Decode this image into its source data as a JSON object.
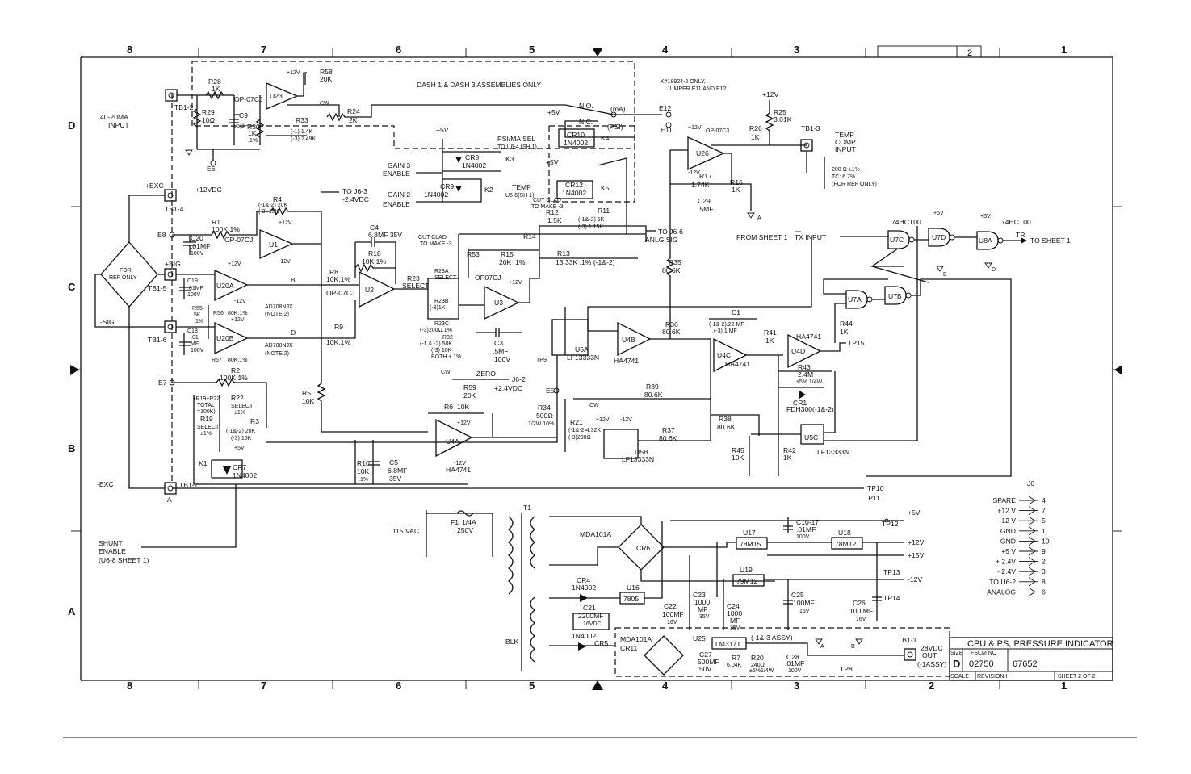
{
  "zones": {
    "columns": [
      "8",
      "7",
      "6",
      "5",
      "4",
      "3",
      "2",
      "1"
    ],
    "rows": [
      "D",
      "C",
      "B",
      "A"
    ]
  },
  "top_block": {
    "sheet": "2"
  },
  "title_block": {
    "title": "CPU & PS, PRESSURE INDICATOR",
    "size_label": "SIZE",
    "size": "D",
    "fscm_label": "FSCM NO",
    "fscm": "02750",
    "dwg_no": "67652",
    "scale_label": "SCALE",
    "revision": "REVISION H",
    "sheet": "SHEET 2 OF 2"
  },
  "notes": {
    "dash_assemblies": "DASH 1 & DASH 3 ASSEMBLIES ONLY",
    "jumper_note_1": "K#18924-2 ONLY,",
    "jumper_note_2": "JUMPER E11 AND E12",
    "ad708_a_1": "AD708NJX",
    "ad708_a_2": "(NOTE 2)",
    "ad708_b_1": "AD708NJX",
    "ad708_b_2": "(NOTE 2)",
    "r19_note_1": "(R19+R22",
    "r19_note_2": "TOTAL",
    "r19_note_3": "=100K)"
  },
  "terminals": {
    "tb1_2": "TB1-2",
    "tb1_3": "TB1-3",
    "tb1_4": "TB1-4",
    "tb1_5": "TB1-5",
    "tb1_6": "TB1-6",
    "tb1_7": "TB1-7",
    "tb1_1": "TB1-1",
    "input_1": "40-20MA",
    "input_2": "INPUT",
    "exc_pos": "+EXC",
    "sig_pos": "+SIG",
    "sig_neg": "-SIG",
    "exc_neg": "-EXC",
    "bridge_1": "FOR",
    "bridge_2": "REF ONLY",
    "temp_1": "TEMP",
    "temp_2": "COMP",
    "temp_3": "INPUT",
    "temp_val_1": "200 Ω ±1%",
    "temp_val_2": "TC: 6.7%",
    "temp_val_3": "(FOR REF ONLY)",
    "out28_1": "28VDC",
    "out28_2": "OUT",
    "out28_3": "(-1ASSY)",
    "shunt_1": "SHUNT",
    "shunt_2": "ENABLE",
    "shunt_3": "(U6-8 SHEET 1)",
    "gain3_1": "GAIN 3",
    "gain3_2": "ENABLE",
    "gain2_1": "GAIN 2",
    "gain2_2": "ENABLE",
    "vac": "115 VAC",
    "blk": "BLK"
  },
  "nodes": {
    "e6": "E6",
    "e7": "E7",
    "e8": "E8",
    "e5": "E5",
    "e11": "E11",
    "e12": "E12",
    "tp8": "TP8",
    "tp9": "TP9",
    "tp10": "TP10",
    "tp11": "TP11",
    "tp12": "TP12",
    "tp13": "TP13",
    "tp14": "TP14",
    "tp15": "TP15",
    "to_j63_1": "TO J6-3",
    "to_j63_2": "-2.4VDC",
    "to_j66_1": "TO J6-6",
    "to_j66_2": "ANLG SIG",
    "j62_1": "J6-2",
    "j62_2": "+2.4VDC",
    "from_sheet": "FROM SHEET 1",
    "tx_input": "TX INPUT",
    "to_sheet": "TO SHEET 1",
    "tr": "TR",
    "no": "N.O.",
    "nc": "N.C.",
    "ma": "(mA)",
    "psi": "(PSI)",
    "psima_1": "PSI/MA SEL",
    "psima_2": "TO U6-4 (SH 1)",
    "temp_sel_1": "TEMP",
    "temp_sel_2": "U6-6(SH 1)",
    "cutclad_1": "CUT CLAD",
    "cutclad_2": "TO MAKE -3",
    "cutclad_3": "CUT CLAD",
    "cutclad_4": "TO MAKE -3",
    "cw": "CW",
    "zero": "ZERO",
    "rail_5v": "+5V",
    "rail_12v": "+12V",
    "rail_15v": "+15V",
    "rail_n12v": "-12V",
    "pwr_12vdc": "+12VDC",
    "ga": "A",
    "gb": "B",
    "gd": "D"
  },
  "components": {
    "u23": "U23",
    "u23t": "OP-07CJ",
    "r28": "R28",
    "r28v": "1K",
    "r29": "R29",
    "r29v": "10Ω",
    "c9": "C9",
    "c9v": ".5μF",
    "r30": "R30",
    "r30v": "1K",
    "r30t": ".1%",
    "r33": "R33",
    "r33v1": "(-1) 1.4K",
    "r33v2": "(-3) 2.49K",
    "r58": "R58",
    "r58v": "20K",
    "r24": "R24",
    "r24v": "2K",
    "k3": "K3",
    "k2": "K2",
    "k4": "K4",
    "k5": "K5",
    "k1": "K1",
    "cr8": "CR8",
    "cr8v": "1N4002",
    "cr9": "CR9",
    "cr9v": "1N4002",
    "cr10": "CR10",
    "cr10v": "1N4002",
    "cr12": "CR12",
    "cr12v": "1N4002",
    "cr7": "CR7",
    "cr7v": "1N4002",
    "u1": "U1",
    "u1t": "OP-07CJ",
    "r1": "R1",
    "r1v": "100K.1%",
    "r4": "R4",
    "r4v": "(-1&-2) 20K",
    "r4v2": "(-3) 15K",
    "c20": "C20",
    "c20v": ".01MF",
    "c20v2": "100V",
    "u20a": "U20A",
    "u20b": "U20B",
    "c19": "C19",
    "c19v": ".01MF",
    "c19v2": "100V",
    "c18": "C18",
    "c18v": ".01",
    "c18v2": "MF",
    "c18v3": "100V",
    "r55": "R55",
    "r55v": "5K",
    "r55t": ".1%",
    "r56": "R56",
    "r56v": "80K.1%",
    "r57": "R57",
    "r57v": "80K.1%",
    "r2": "R2",
    "r2v": "100K.1%",
    "r22": "R22",
    "r22v": "SELECT",
    "r22t": "±1%",
    "r19": "R19",
    "r19v": "SELECT",
    "r19t": "±1%",
    "r3": "R3",
    "r3v1": "(-1&-2) 20K",
    "r3v2": "(-3) 15K",
    "r5": "R5",
    "r5v": "10K",
    "u2": "U2",
    "u2t": "OP-07CJ",
    "c4": "C4",
    "c4v": "6.8MF 35V",
    "r18": "R18",
    "r18v": "10K.1%",
    "r8": "R8",
    "r8v": "10K.1%",
    "r9": "R9",
    "r9v": "10K.1%",
    "r23": "R23",
    "r23v": "SELECT",
    "r23a": "R23A",
    "r23av": "SELECT",
    "r23b": "R23B",
    "r23bv": "(-3)1K",
    "r23c": "R23C",
    "r23cv": "(-3)200Ω.1%",
    "r32": "R32",
    "r32v1": "(-1 & -2) 50K",
    "r32v2": "(-3) 10K",
    "r32v3": "BOTH ±.1%",
    "r53": "R53",
    "r15": "R15",
    "r15v": "20K .1%",
    "r14": "R14",
    "r12": "R12",
    "r12v": "1.5K",
    "r11": "R11",
    "r11v1": "(-1&-2) 5K",
    "r11v2": "(-3) 1.15K",
    "r13": "R13",
    "r13v": "13.33K .1% (-1&-2)",
    "u3": "U3",
    "u3t": "OP07CJ",
    "c3": "C3",
    "c3v": ".5MF",
    "c3v2": "100V",
    "r59": "R59",
    "r59v": "20K",
    "r6": "R6",
    "r6v": "10K",
    "u4a": "U4A",
    "u4at": "HA4741",
    "r10": "R10",
    "r10v": "10K",
    "r10t": ".1%",
    "c5": "C5",
    "c5v": "6.8MF",
    "c5v2": "35V",
    "r25": "R25",
    "r25v": "3.01K",
    "r26": "R26",
    "r26v": "1K",
    "u26": "U26",
    "u26t": "OP-07C3",
    "r17": "R17",
    "r17v": "1.74K",
    "r16": "R16",
    "r16v": "1K",
    "c29": "C29",
    "c29v": ".5MF",
    "r35": "R35",
    "r35v": "80.6K",
    "u5a": "U5A",
    "u5at": "LF13333N",
    "u4b": "U4B",
    "u4bt": "HA4741",
    "r36": "R36",
    "r36v": "80.6K",
    "c1": "C1",
    "c1v": "(-1&-2).22 MF",
    "c1v2": "(-3).1 MF",
    "u4c": "U4C",
    "u4ct": "HA4741",
    "r41": "R41",
    "r41v": "1K",
    "u4d": "U4D",
    "u4dt": "HA4741",
    "r44": "R44",
    "r44v": "1K",
    "r43": "R43",
    "r43v": "2.4M",
    "r43t": "±5% 1/4W",
    "cr1": "CR1",
    "cr1v": "FDH300(-1&-2)",
    "r39": "R39",
    "r39v": "80.6K",
    "r34": "R34",
    "r34v": "500Ω",
    "r34t": "1/2W 10%",
    "r21": "R21",
    "r21v": "(-1&-2)4.32K",
    "r21v2": "(-3)200Ω",
    "u5b": "U5B",
    "u5bt": "LF13333N",
    "r37": "R37",
    "r37v": "80.6K",
    "r38": "R38",
    "r38v": "80.6K",
    "r45": "R45",
    "r45v": "10K",
    "r42": "R42",
    "r42v": "1K",
    "u5c": "U5C",
    "u5ct": "LF13333N",
    "u7a": "U7A",
    "u7b": "U7B",
    "u7c": "U7C",
    "u7d": "U7D",
    "u8a": "U8A",
    "hct1": "74HCT00",
    "hct2": "74HCT00",
    "f1": "F1",
    "f1v": "1/4A",
    "f1v2": "250V",
    "t1": "T1",
    "cr6": "CR6",
    "mda1": "MDA101A",
    "cr11": "CR11",
    "mda2": "MDA101A",
    "u17": "U17",
    "u17v": "78M15",
    "u18": "U18",
    "u18v": "78M12",
    "u19": "U19",
    "u19v": "79M12",
    "u16": "U16",
    "u16v": "7805",
    "c10": "C10-17",
    "c10v": ".01MF",
    "c10v2": "100V",
    "c22": "C22",
    "c22v": "100MF",
    "c22v2": "16V",
    "c23": "C23",
    "c23v": "1000",
    "c23v2": "MF",
    "c23v3": "35V",
    "c24": "C24",
    "c24v": "1000",
    "c24v2": "MF",
    "c24v3": "35V",
    "c25": "C25",
    "c25v": "100MF",
    "c25v2": "16V",
    "c26": "C26",
    "c26v": "100 MF",
    "c26v2": "16V",
    "cr4": "CR4",
    "cr4v": "1N4002",
    "cr5": "CR5",
    "cr5v": "1N4002",
    "c21": "C21",
    "c21v": "2200MF",
    "c21v2": "16VDC",
    "u25": "U25",
    "u25v": "LM317T",
    "u25n": "(-1&-3 ASSY)",
    "c27": "C27",
    "c27v": "500MF",
    "c27v2": "50V",
    "r7": "R7",
    "r7v": "6.04K",
    "r20": "R20",
    "r20v": "240Ω",
    "r20t": "±5%1/4W",
    "c28": "C28",
    "c28v": ".01MF",
    "c28v2": "100V"
  },
  "j6": {
    "title": "J6",
    "rows": [
      {
        "label": "SPARE",
        "pin": "4"
      },
      {
        "label": "+12 V",
        "pin": "7"
      },
      {
        "label": "-12 V",
        "pin": "5"
      },
      {
        "label": "GND",
        "pin": "1"
      },
      {
        "label": "GND",
        "pin": "10"
      },
      {
        "label": "+5 V",
        "pin": "9"
      },
      {
        "label": "+ 2.4V",
        "pin": "2"
      },
      {
        "label": "- 2.4V",
        "pin": "3"
      },
      {
        "label": "TO U6-2",
        "pin": "8"
      },
      {
        "label": "ANALOG",
        "pin": "6"
      }
    ]
  }
}
